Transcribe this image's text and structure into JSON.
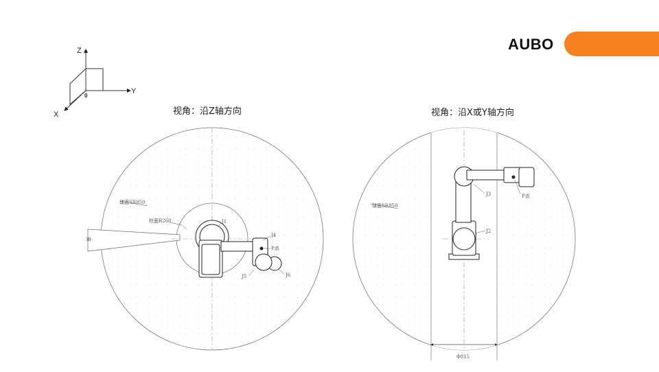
{
  "brand": {
    "logo_text": "AUBO",
    "accent_color": "#f7801f"
  },
  "axes_icon": {
    "z": "Z",
    "y": "Y",
    "x": "X",
    "origin": "0"
  },
  "view_top": {
    "caption": "视角：沿Z轴方向",
    "sphere_label": "球面SR850",
    "cylinder_label": "柱面R260",
    "joints": [
      "J1",
      "J4",
      "J5",
      "J6"
    ],
    "point_label": "P点",
    "wedge_label": "安"
  },
  "view_side": {
    "caption": "视角：沿X或Y轴方向",
    "sphere_label": "球面SR850",
    "joints": [
      "J2",
      "J3"
    ],
    "point_label": "P点",
    "dimension": "Φ815"
  }
}
